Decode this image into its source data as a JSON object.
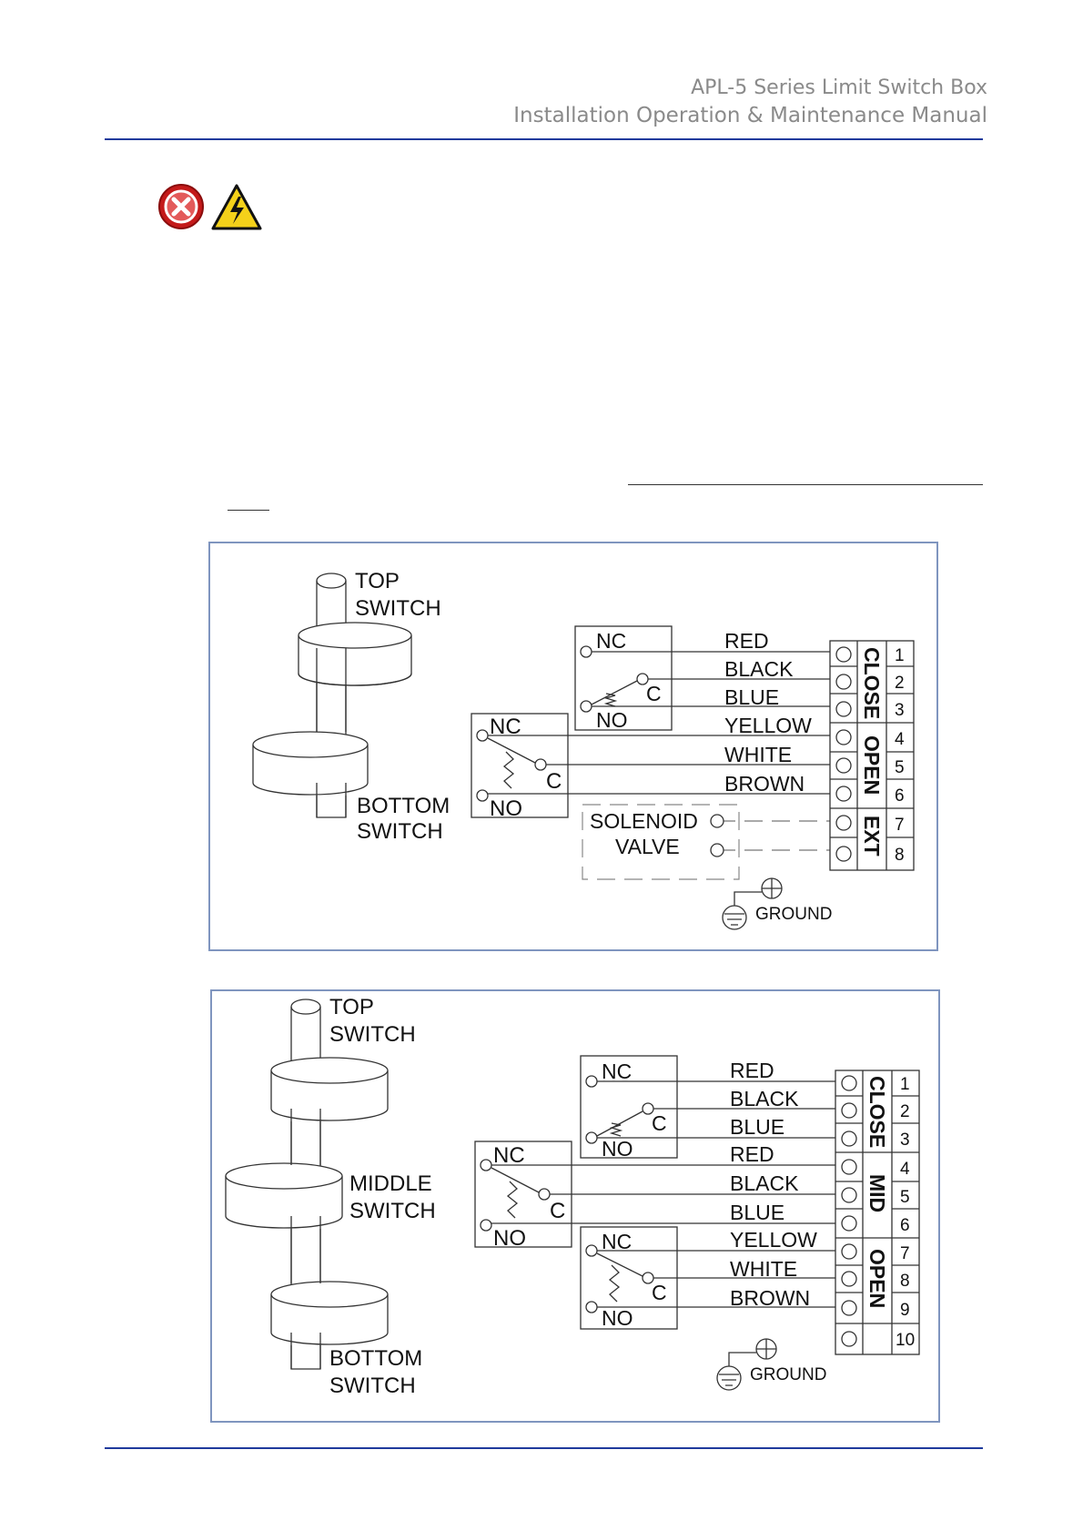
{
  "header": {
    "title": "APL-5 Series Limit Switch Box",
    "subtitle": "Installation Operation & Maintenance Manual"
  },
  "icons": [
    "prohibition-icon",
    "electrical-hazard-icon"
  ],
  "colors": {
    "rule": "#1f3a9c",
    "frame": "#7f95bf"
  },
  "diagram1": {
    "top_switch": [
      "TOP",
      "SWITCH"
    ],
    "bottom_switch": [
      "BOTTOM",
      "SWITCH"
    ],
    "switch_terms": {
      "nc": "NC",
      "c": "C",
      "no": "NO"
    },
    "wires": [
      "RED",
      "BLACK",
      "BLUE",
      "YELLOW",
      "WHITE",
      "BROWN"
    ],
    "solenoid": [
      "SOLENOID",
      "VALVE"
    ],
    "groups": [
      "CLOSE",
      "OPEN",
      "EXT"
    ],
    "terminals": [
      "1",
      "2",
      "3",
      "4",
      "5",
      "6",
      "7",
      "8"
    ],
    "ground": "GROUND"
  },
  "diagram2": {
    "top_switch": [
      "TOP",
      "SWITCH"
    ],
    "middle_switch": [
      "MIDDLE",
      "SWITCH"
    ],
    "bottom_switch": [
      "BOTTOM",
      "SWITCH"
    ],
    "switch_terms": {
      "nc": "NC",
      "c": "C",
      "no": "NO"
    },
    "wires": [
      "RED",
      "BLACK",
      "BLUE",
      "RED",
      "BLACK",
      "BLUE",
      "YELLOW",
      "WHITE",
      "BROWN"
    ],
    "groups": [
      "CLOSE",
      "MID",
      "OPEN"
    ],
    "terminals": [
      "1",
      "2",
      "3",
      "4",
      "5",
      "6",
      "7",
      "8",
      "9",
      "10"
    ],
    "ground": "GROUND"
  }
}
